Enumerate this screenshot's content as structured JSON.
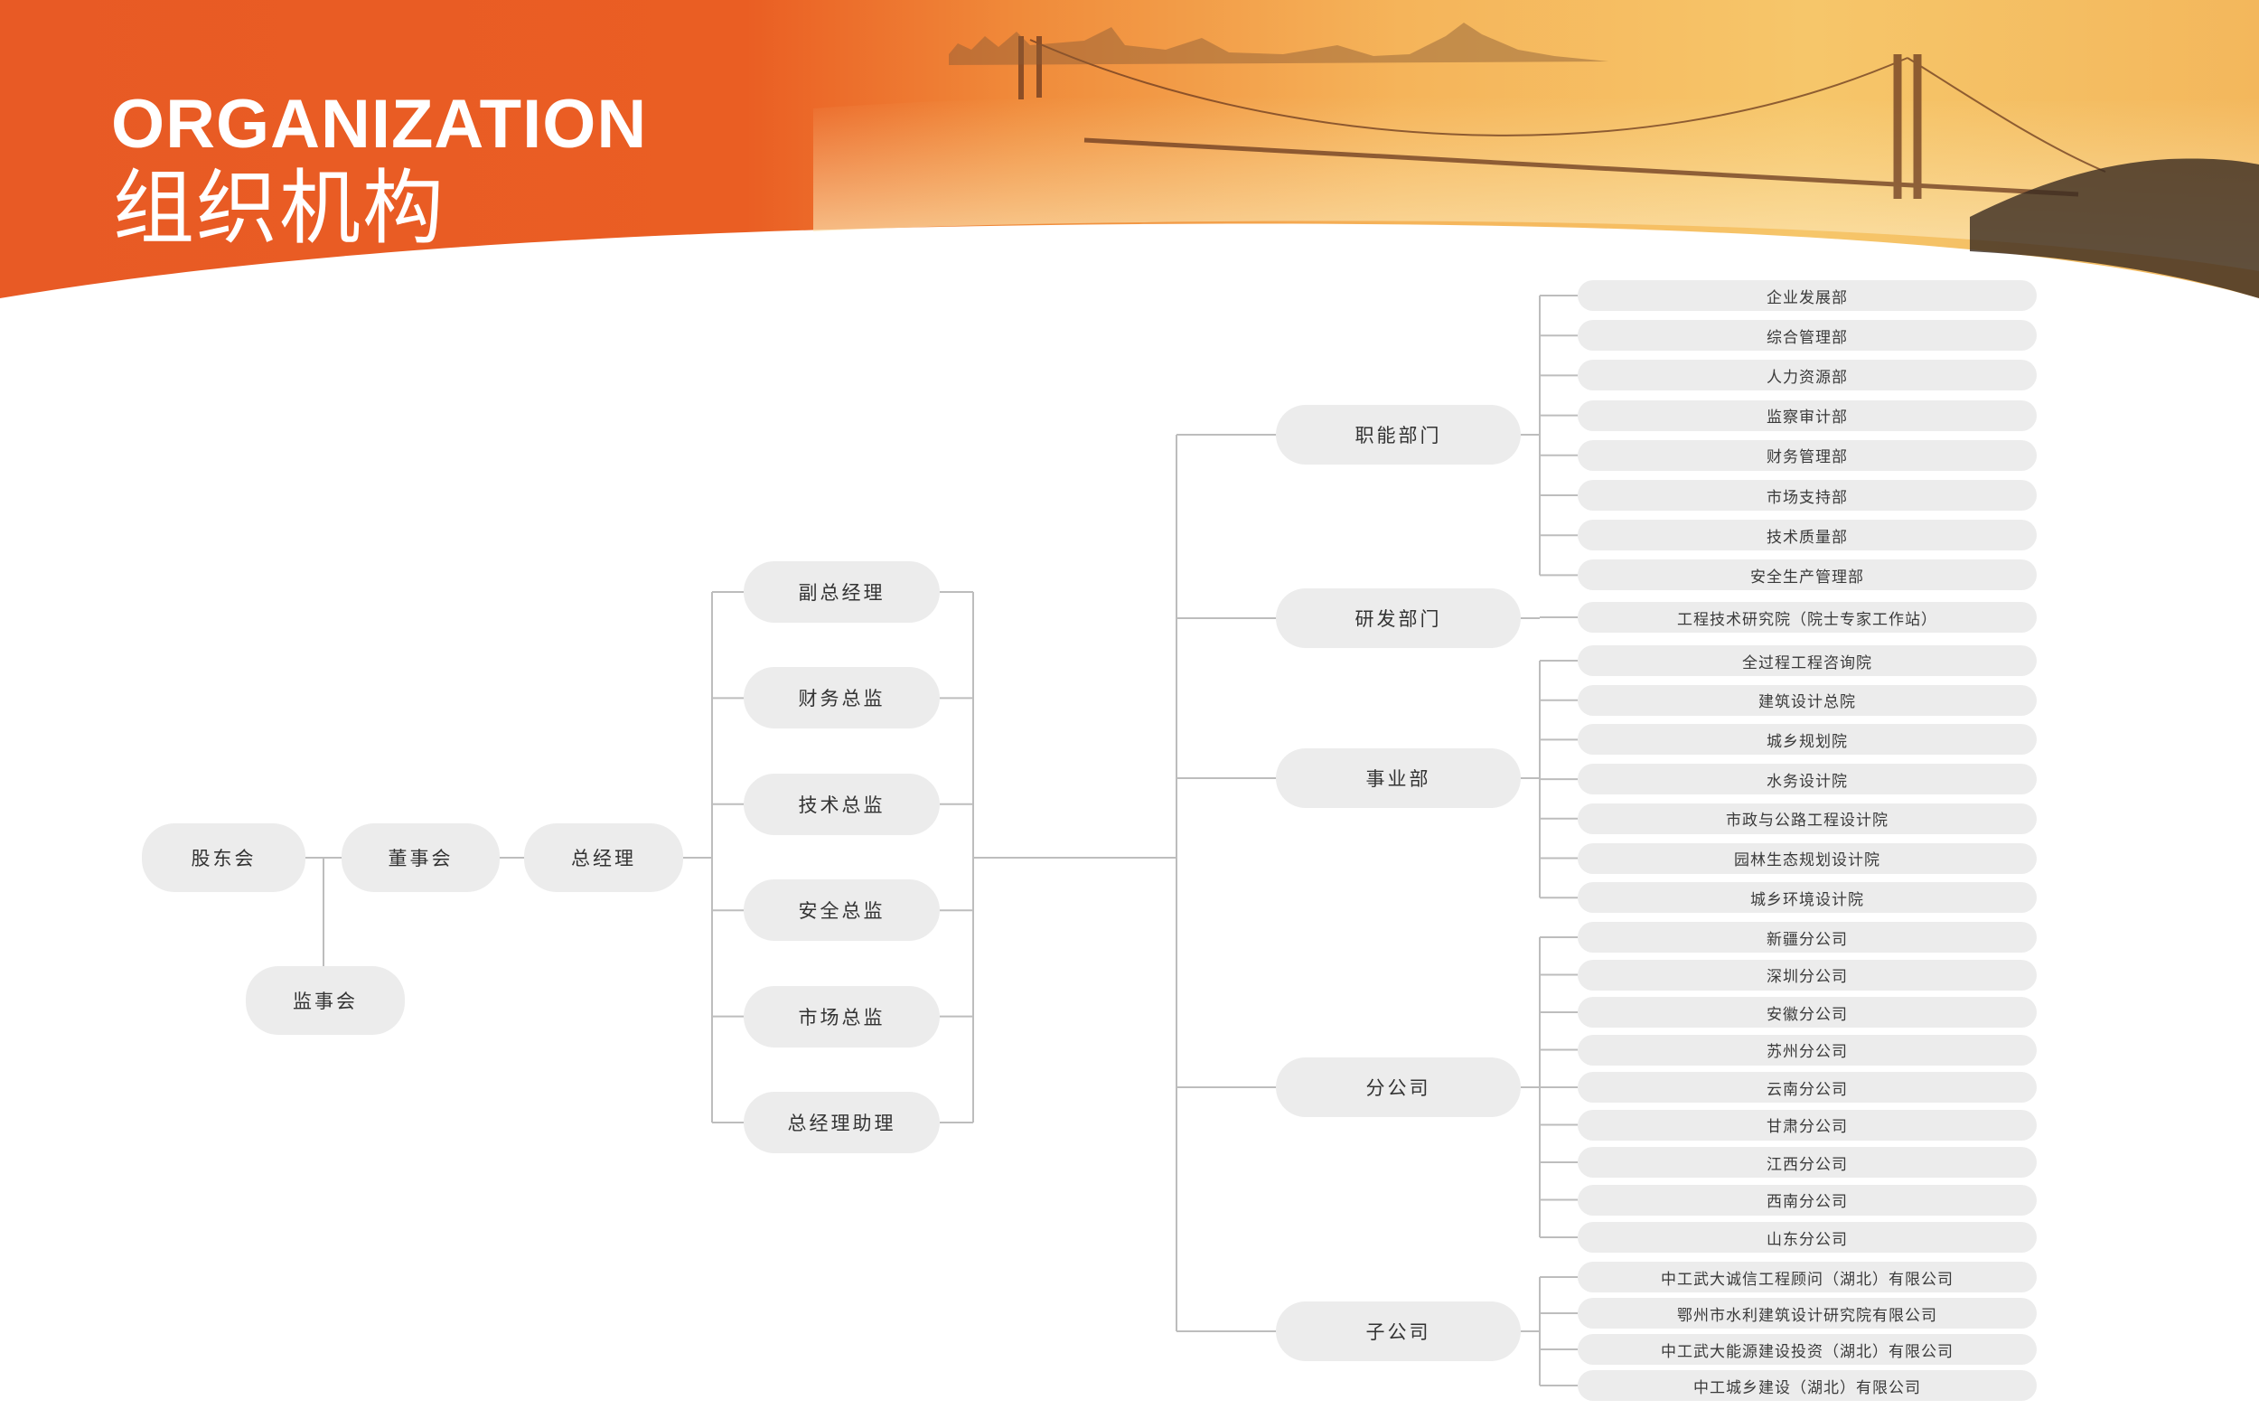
{
  "header": {
    "title": "ORGANIZATION",
    "subtitle": "组织机构"
  },
  "colors": {
    "accent": "#e85a25",
    "node_fill": "#ececec",
    "line": "#bdbdbd",
    "text": "#333333"
  },
  "chart": {
    "root": {
      "shareholders": "股东会",
      "board": "董事会",
      "supervisors": "监事会",
      "general_manager": "总经理"
    },
    "executives": [
      "副总经理",
      "财务总监",
      "技术总监",
      "安全总监",
      "市场总监",
      "总经理助理"
    ],
    "departments": [
      {
        "label": "职能部门",
        "children": [
          "企业发展部",
          "综合管理部",
          "人力资源部",
          "监察审计部",
          "财务管理部",
          "市场支持部",
          "技术质量部",
          "安全生产管理部"
        ]
      },
      {
        "label": "研发部门",
        "children": [
          "工程技术研究院（院士专家工作站）"
        ]
      },
      {
        "label": "事业部",
        "children": [
          "全过程工程咨询院",
          "建筑设计总院",
          "城乡规划院",
          "水务设计院",
          "市政与公路工程设计院",
          "园林生态规划设计院",
          "城乡环境设计院"
        ]
      },
      {
        "label": "分公司",
        "children": [
          "新疆分公司",
          "深圳分公司",
          "安徽分公司",
          "苏州分公司",
          "云南分公司",
          "甘肃分公司",
          "江西分公司",
          "西南分公司",
          "山东分公司"
        ]
      },
      {
        "label": "子公司",
        "children": [
          "中工武大诚信工程顾问（湖北）有限公司",
          "鄂州市水利建筑设计研究院有限公司",
          "中工武大能源建设投资（湖北）有限公司",
          "中工城乡建设（湖北）有限公司"
        ]
      }
    ]
  }
}
